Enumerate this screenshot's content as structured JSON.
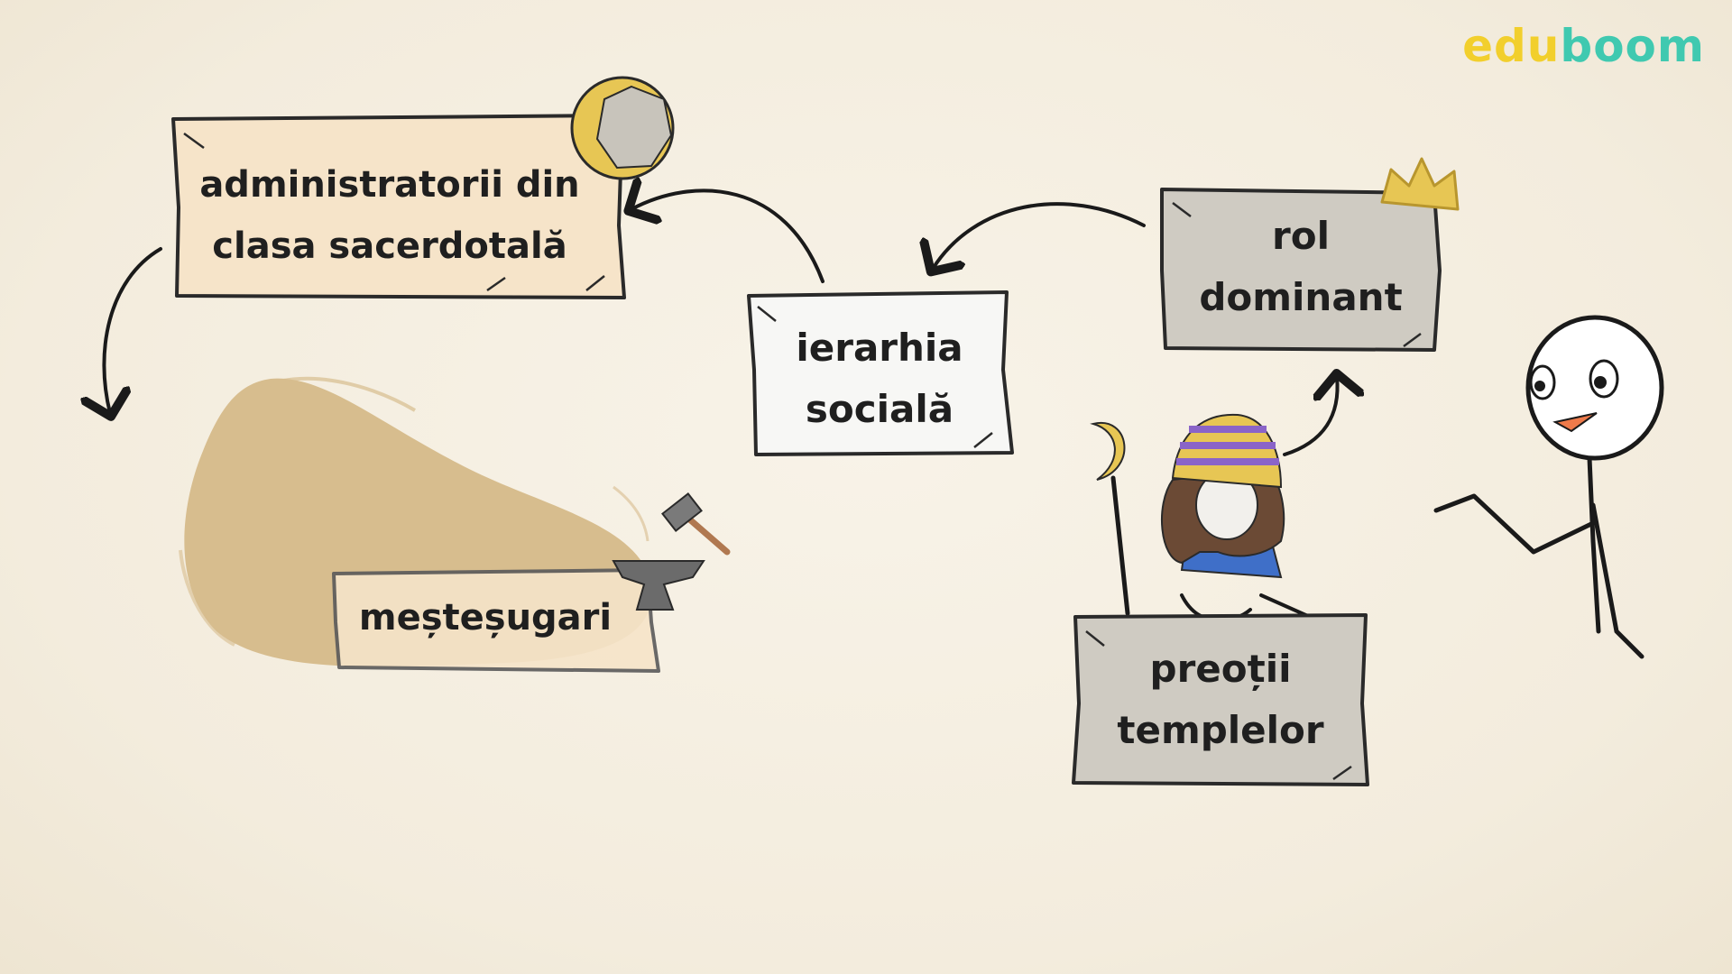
{
  "brand": {
    "logo_part1": "edu",
    "logo_part2": "boom"
  },
  "nodes": {
    "administratori": {
      "line1": "administratorii din",
      "line2": "clasa sacerdotală"
    },
    "ierarhia": {
      "line1": "ierarhia",
      "line2": "socială"
    },
    "rol": {
      "line1": "rol",
      "line2": "dominant"
    },
    "preotii": {
      "line1": "preoții",
      "line2": "templelor"
    },
    "mestesugari": {
      "line1": "meșteșugari"
    }
  },
  "colors": {
    "background": "#f5efe2",
    "plaque_tan": "#f6e4c9",
    "plaque_white": "#f7f7f5",
    "plaque_gray": "#cfcbc2",
    "blob": "#d7bd8e",
    "accent_gold": "#e7c654",
    "logo_yellow": "#f2cf2c",
    "logo_teal": "#40c9b0"
  }
}
